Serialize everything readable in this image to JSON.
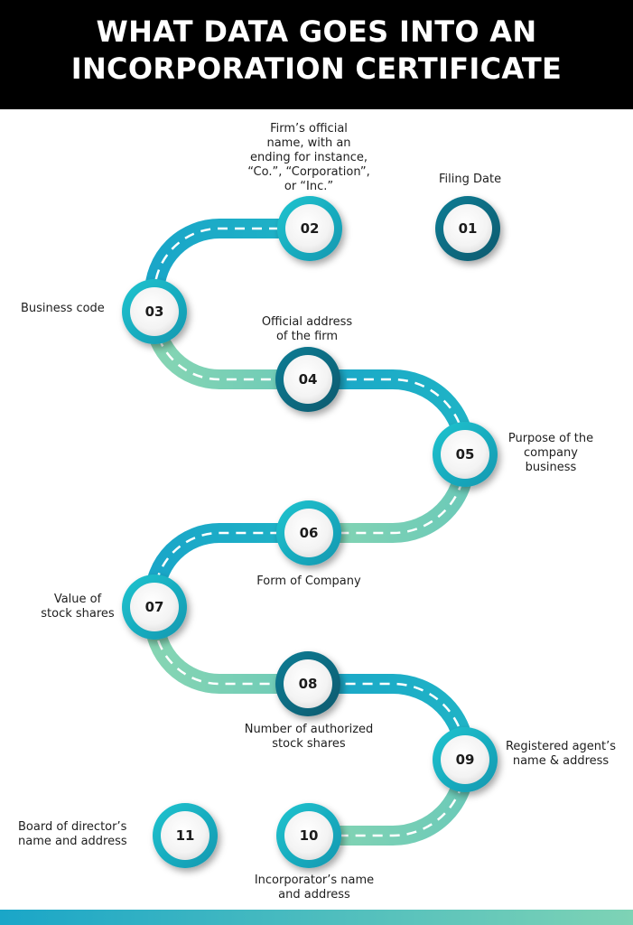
{
  "title": {
    "line1": "WHAT DATA GOES INTO AN",
    "line2": "INCORPORATION CERTIFICATE"
  },
  "colors": {
    "header_bg": "#000000",
    "road_teal": "#1aa6c8",
    "road_mint": "#86d5b3",
    "node_ring_light": "#1bb3c4",
    "node_ring_dark": "#0d6f86"
  },
  "steps": [
    {
      "num": "01",
      "label": [
        "Filing Date"
      ]
    },
    {
      "num": "02",
      "label": [
        "Firm’s official",
        "name, with an",
        "ending for instance,",
        "“Co.”, “Corporation”,",
        "or “Inc.”"
      ]
    },
    {
      "num": "03",
      "label": [
        "Business code"
      ]
    },
    {
      "num": "04",
      "label": [
        "Official address",
        "of the firm"
      ]
    },
    {
      "num": "05",
      "label": [
        "Purpose of the",
        "company",
        "business"
      ]
    },
    {
      "num": "06",
      "label": [
        "Form of Company"
      ]
    },
    {
      "num": "07",
      "label": [
        "Value of",
        "stock shares"
      ]
    },
    {
      "num": "08",
      "label": [
        "Number of authorized",
        "stock shares"
      ]
    },
    {
      "num": "09",
      "label": [
        "Registered agent’s",
        "name & address"
      ]
    },
    {
      "num": "10",
      "label": [
        "Incorporator’s name",
        "and address"
      ]
    },
    {
      "num": "11",
      "label": [
        "Board of director’s",
        "name and address"
      ]
    }
  ]
}
